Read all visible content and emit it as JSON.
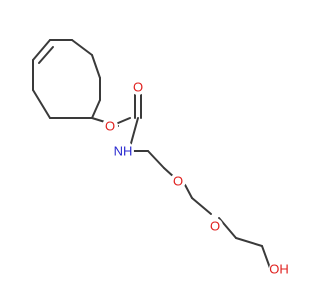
{
  "colors": {
    "bond": "#3a3a3a",
    "oxygen": "#e0201e",
    "nitrogen": "#2a2ad0",
    "background": "#ffffff"
  },
  "atoms": {
    "o_ester": "O",
    "o_carbonyl": "O",
    "n_amide": "NH",
    "o_ether_1": "O",
    "o_ether_2": "O",
    "oh_terminal": "OH"
  }
}
